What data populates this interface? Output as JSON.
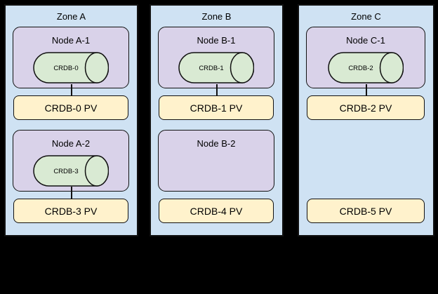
{
  "colors": {
    "background": "#000000",
    "zone_fill": "#cfe2f3",
    "node_fill": "#d9d2e9",
    "cylinder_fill": "#d9ead3",
    "pv_fill": "#fff2cc",
    "border": "#111111",
    "text": "#000000"
  },
  "zones": [
    {
      "title": "Zone A",
      "nodes": [
        {
          "label": "Node A-1",
          "pod": "CRDB-0",
          "pv": "CRDB-0 PV"
        },
        {
          "label": "Node A-2",
          "pod": "CRDB-3",
          "pv": "CRDB-3 PV"
        }
      ]
    },
    {
      "title": "Zone B",
      "nodes": [
        {
          "label": "Node B-1",
          "pod": "CRDB-1",
          "pv": "CRDB-1 PV"
        },
        {
          "label": "Node B-2",
          "pod": null,
          "pv": "CRDB-4 PV"
        }
      ]
    },
    {
      "title": "Zone C",
      "nodes": [
        {
          "label": "Node C-1",
          "pod": "CRDB-2",
          "pv": "CRDB-2 PV"
        },
        {
          "label": null,
          "pod": null,
          "pv": "CRDB-5 PV"
        }
      ]
    }
  ]
}
